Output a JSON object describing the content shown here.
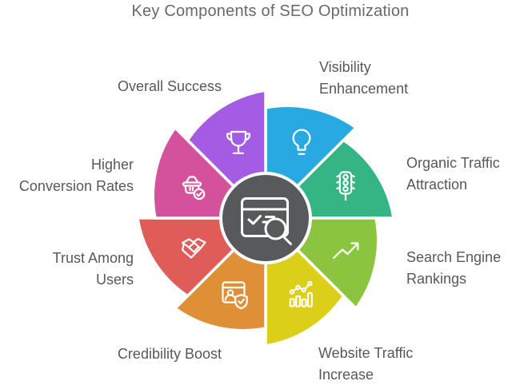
{
  "title": "Key Components of SEO Optimization",
  "center": {
    "icon": "browser-search-icon",
    "circle_color": "#58595b",
    "stroke_color": "#ffffff"
  },
  "colors": {
    "background": "#ffffff",
    "label_text": "#57585b",
    "title_text": "#68696c",
    "petal_outline": "#ffffff"
  },
  "segments": [
    {
      "name": "visibility-enhancement",
      "label": "Visibility Enhancement",
      "lines": [
        "Visibility",
        "Enhancement"
      ],
      "color": "#29a9e1",
      "icon": "lightbulb-icon"
    },
    {
      "name": "organic-traffic-attraction",
      "label": "Organic Traffic Attraction",
      "lines": [
        "Organic Traffic",
        "Attraction"
      ],
      "color": "#35b583",
      "icon": "traffic-light-icon"
    },
    {
      "name": "search-engine-rankings",
      "label": "Search Engine Rankings",
      "lines": [
        "Search Engine",
        "Rankings"
      ],
      "color": "#8bc53f",
      "icon": "trend-up-icon"
    },
    {
      "name": "website-traffic-increase",
      "label": "Website Traffic Increase",
      "lines": [
        "Website Traffic",
        "Increase"
      ],
      "color": "#dccf1a",
      "icon": "analytics-icon"
    },
    {
      "name": "credibility-boost",
      "label": "Credibility Boost",
      "lines": [
        "Credibility Boost"
      ],
      "color": "#df9036",
      "icon": "credibility-badge-icon"
    },
    {
      "name": "trust-among-users",
      "label": "Trust Among Users",
      "lines": [
        "Trust Among",
        "Users"
      ],
      "color": "#e05c59",
      "icon": "handshake-icon"
    },
    {
      "name": "higher-conversion-rates",
      "label": "Higher Conversion Rates",
      "lines": [
        "Higher",
        "Conversion Rates"
      ],
      "color": "#d4529c",
      "icon": "shopping-basket-icon"
    },
    {
      "name": "overall-success",
      "label": "Overall Success",
      "lines": [
        "Overall Success"
      ],
      "color": "#a45ce4",
      "icon": "trophy-icon"
    }
  ]
}
